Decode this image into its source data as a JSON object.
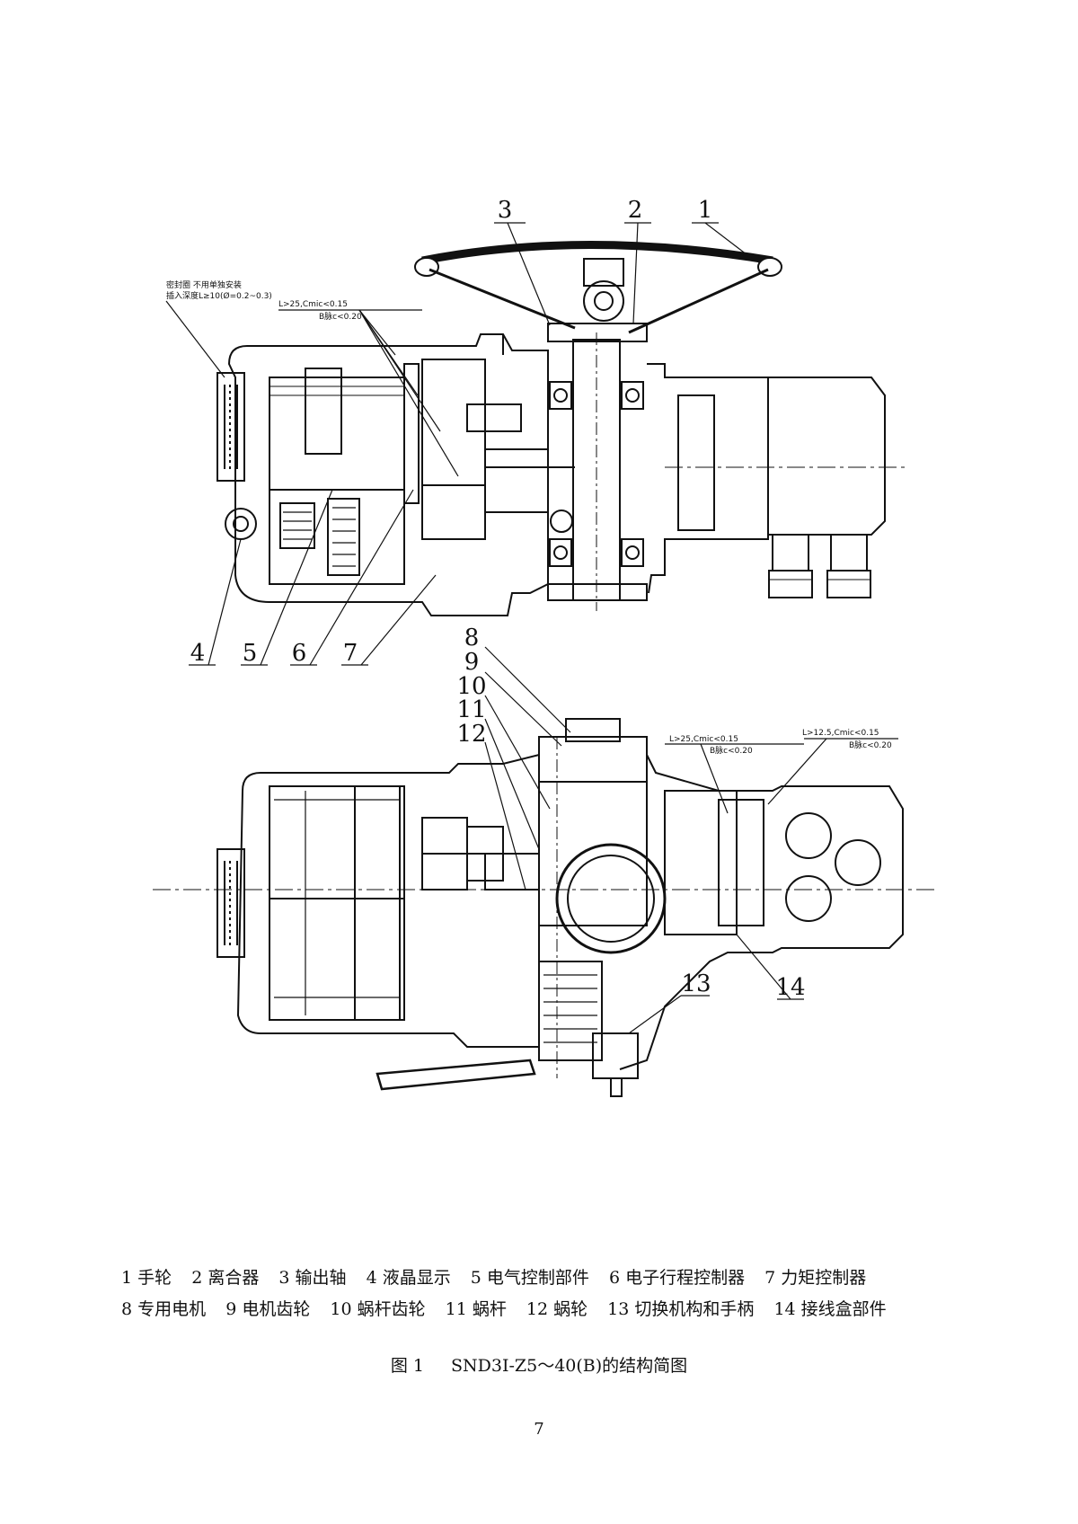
{
  "callouts": {
    "c1": "1",
    "c2": "2",
    "c3": "3",
    "c4": "4",
    "c5": "5",
    "c6": "6",
    "c7": "7",
    "c8": "8",
    "c9": "9",
    "c10": "10",
    "c11": "11",
    "c12": "12",
    "c13": "13",
    "c14": "14"
  },
  "notes": {
    "top_left_1": "密封圈   不用单独安装",
    "top_left_2": "插入深度L≥10(Ø=0.2~0.3)",
    "top_mid_1": "L>25,Cmic<0.15",
    "top_mid_2": "B脉c<0.20",
    "bot_mid_1": "L>25,Cmic<0.15",
    "bot_mid_2": "B脉c<0.20",
    "bot_right_1": "L>12.5,Cmic<0.15",
    "bot_right_2": "B脉c<0.20"
  },
  "legend": {
    "line1": [
      "1 手轮",
      "2 离合器",
      "3 输出轴",
      "4 液晶显示",
      "5 电气控制部件",
      "6 电子行程控制器",
      "7 力矩控制器"
    ],
    "line2": [
      "8 专用电机",
      "9 电机齿轮",
      "10 蜗杆齿轮",
      "11 蜗杆",
      "12 蜗轮",
      "13 切换机构和手柄",
      "14 接线盒部件"
    ]
  },
  "caption": {
    "figure_no": "图 1",
    "title": "SND3I-Z5～40(B)的结构简图"
  },
  "page_number": "7"
}
